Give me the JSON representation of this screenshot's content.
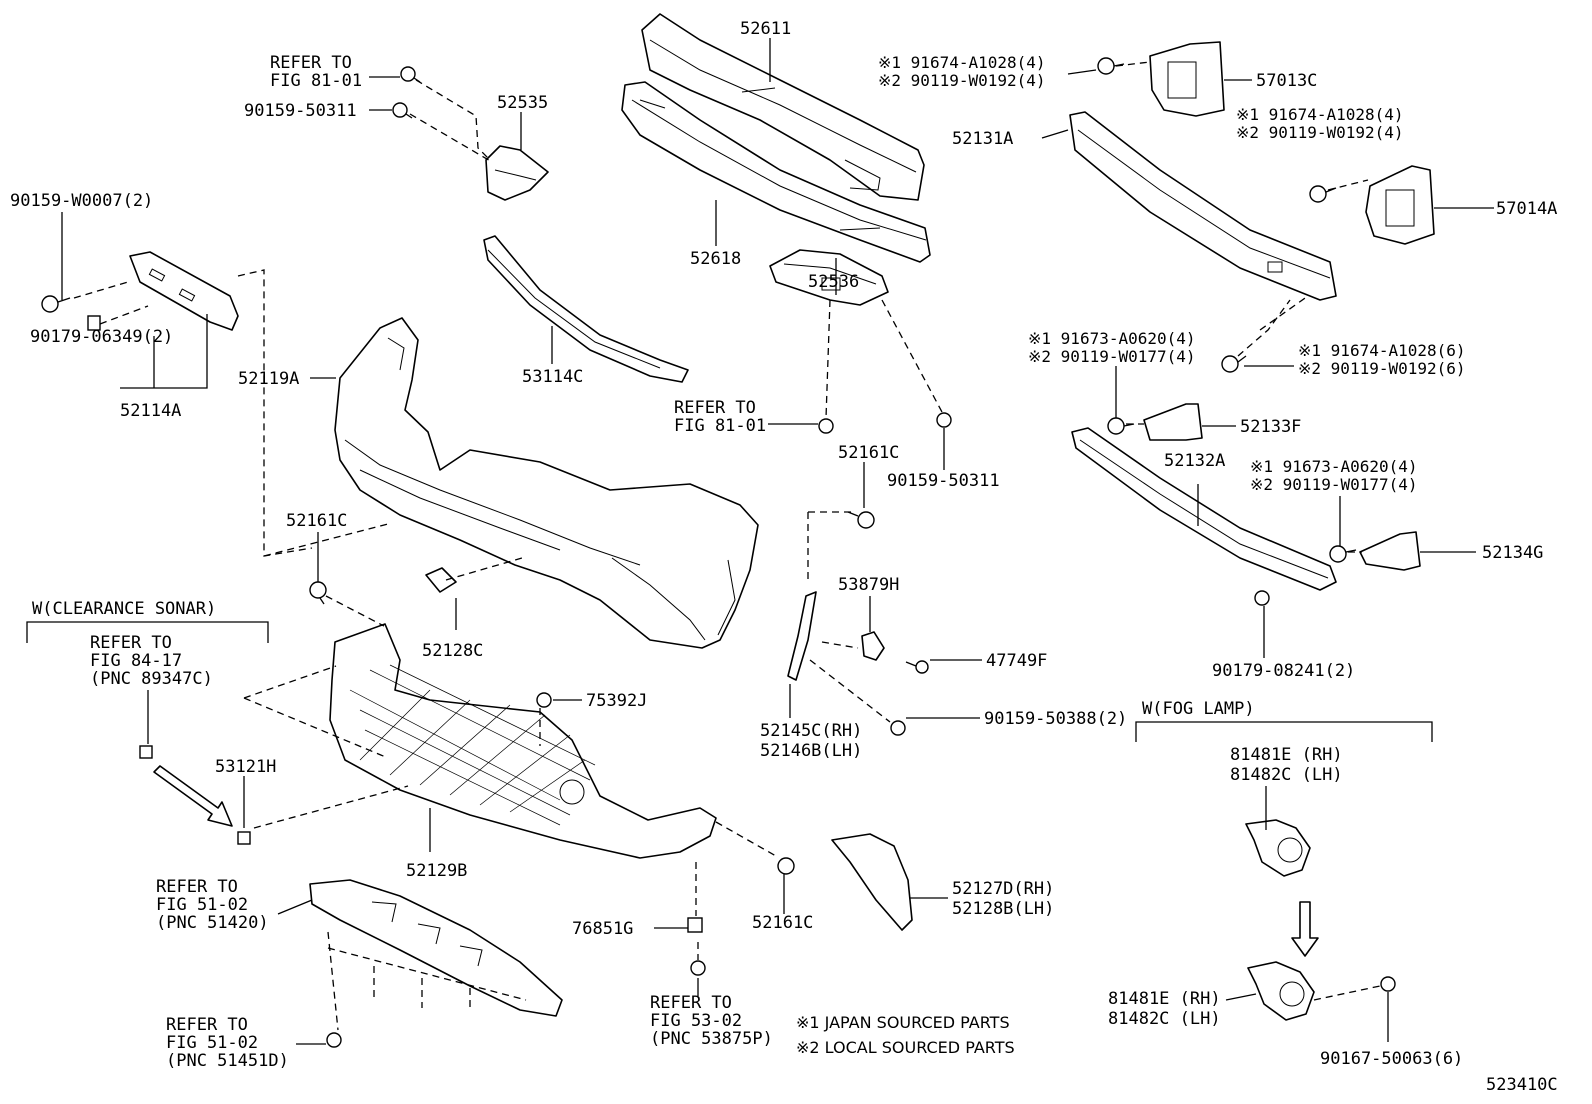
{
  "diagram_id": "523410C",
  "labels": {
    "p52611": "52611",
    "p52618": "52618",
    "p52535": "52535",
    "p52536": "52536",
    "p53114C": "53114C",
    "p52119A": "52119A",
    "p52114A": "52114A",
    "p90159_W0007": "90159-W0007(2)",
    "p90179_06349": "90179-06349(2)",
    "p90159_50311_a": "90159-50311",
    "p90159_50311_b": "90159-50311",
    "refer_8101_a_1": "REFER TO",
    "refer_8101_a_2": "FIG 81-01",
    "refer_8101_b_1": "REFER TO",
    "refer_8101_b_2": "FIG 81-01",
    "p52161C_a": "52161C",
    "p52161C_b": "52161C",
    "p52161C_c": "52161C",
    "p52128C": "52128C",
    "sonar_title": "W(CLEARANCE SONAR)",
    "refer_8417_1": "REFER TO",
    "refer_8417_2": "FIG 84-17",
    "refer_8417_3": "(PNC 89347C)",
    "p53121H": "53121H",
    "p75392J": "75392J",
    "p52129B": "52129B",
    "p53879H": "53879H",
    "p47749F": "47749F",
    "p52145C": "52145C(RH)",
    "p52146B": "52146B(LH)",
    "p90159_50388": "90159-50388(2)",
    "p76851G": "76851G",
    "p52127D": "52127D(RH)",
    "p52128B": "52128B(LH)",
    "refer_5102a_1": "REFER TO",
    "refer_5102a_2": "FIG 51-02",
    "refer_5102a_3": "(PNC 51420)",
    "refer_5102b_1": "REFER TO",
    "refer_5102b_2": "FIG 51-02",
    "refer_5102b_3": "(PNC 51451D)",
    "refer_5302_1": "REFER TO",
    "refer_5302_2": "FIG 53-02",
    "refer_5302_3": "(PNC 53875P)",
    "legend1": "※1  JAPAN SOURCED PARTS",
    "legend2": "※2  LOCAL SOURCED PARTS",
    "top_r1_1": "※1 91674-A1028(4)",
    "top_r1_2": "※2 90119-W0192(4)",
    "p57013C": "57013C",
    "p52131A": "52131A",
    "mid_r1_1": "※1 91674-A1028(4)",
    "mid_r1_2": "※2 90119-W0192(4)",
    "p57014A": "57014A",
    "lo_l_1": "※1 91673-A0620(4)",
    "lo_l_2": "※2 90119-W0177(4)",
    "lo_r_1": "※1 91674-A1028(6)",
    "lo_r_2": "※2 90119-W0192(6)",
    "p52133F": "52133F",
    "p52132A": "52132A",
    "b_r_1": "※1 91673-A0620(4)",
    "b_r_2": "※2 90119-W0177(4)",
    "p52134G": "52134G",
    "p90179_08241": "90179-08241(2)",
    "fog_title": "W(FOG LAMP)",
    "p81481E_a": "81481E (RH)",
    "p81482C_a": "81482C (LH)",
    "p81481E_b": "81481E (RH)",
    "p81482C_b": "81482C (LH)",
    "p90167_50063": "90167-50063(6)"
  }
}
